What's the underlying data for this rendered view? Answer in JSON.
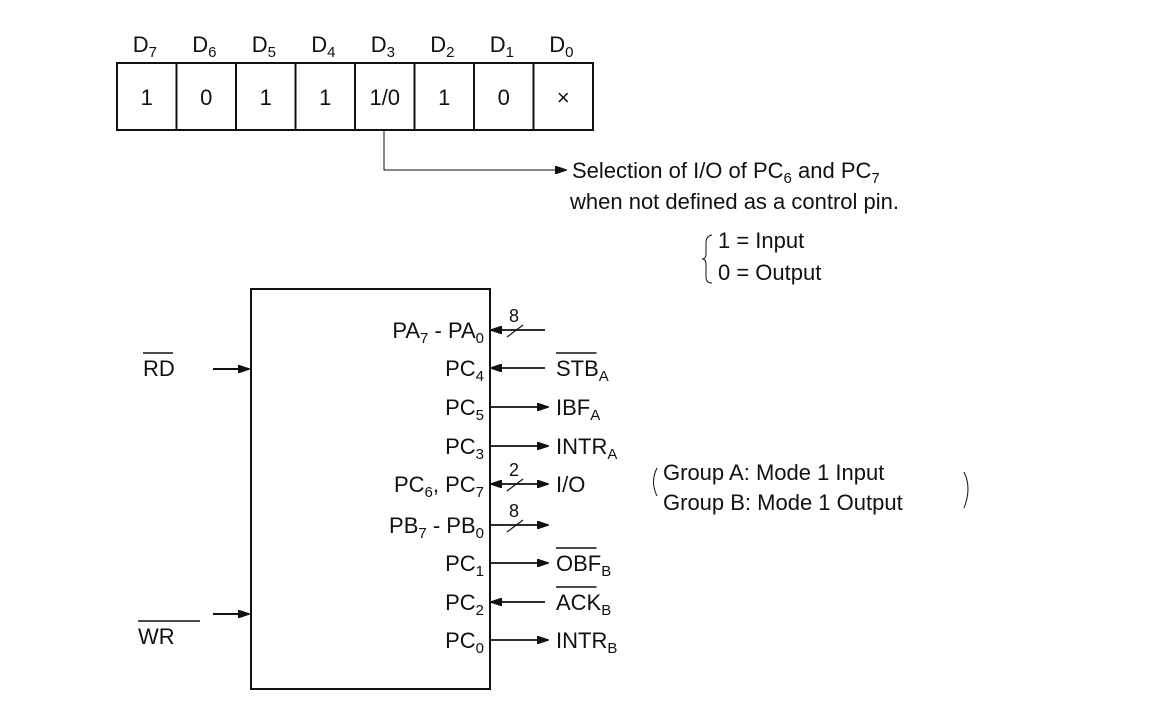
{
  "bit_table": {
    "headers": [
      {
        "base": "D",
        "sub": "7"
      },
      {
        "base": "D",
        "sub": "6"
      },
      {
        "base": "D",
        "sub": "5"
      },
      {
        "base": "D",
        "sub": "4"
      },
      {
        "base": "D",
        "sub": "3"
      },
      {
        "base": "D",
        "sub": "2"
      },
      {
        "base": "D",
        "sub": "1"
      },
      {
        "base": "D",
        "sub": "0"
      }
    ],
    "values": [
      "1",
      "0",
      "1",
      "1",
      "1/0",
      "1",
      "0",
      "×"
    ]
  },
  "annotation": {
    "line1_a": "Selection of I/O of PC",
    "line1_sub1": "6",
    "line1_b": " and PC",
    "line1_sub2": "7",
    "line2": "when not defined as a control pin.",
    "option_input": "1 = Input",
    "option_output": "0 = Output"
  },
  "left_signals": [
    {
      "name": "RD",
      "overbar": true
    },
    {
      "name": "WR",
      "overbar": true
    }
  ],
  "pins": [
    {
      "label": "PA",
      "sub1": "7",
      "mid": " - PA",
      "sub2": "0",
      "dir": "in",
      "bus": "8",
      "signal": "",
      "signal_sub": "",
      "overbar": false
    },
    {
      "label": "PC",
      "sub1": "4",
      "mid": "",
      "sub2": "",
      "dir": "in",
      "bus": "",
      "signal": "STB",
      "signal_sub": "A",
      "overbar": true
    },
    {
      "label": "PC",
      "sub1": "5",
      "mid": "",
      "sub2": "",
      "dir": "out",
      "bus": "",
      "signal": "IBF",
      "signal_sub": "A",
      "overbar": false
    },
    {
      "label": "PC",
      "sub1": "3",
      "mid": "",
      "sub2": "",
      "dir": "out",
      "bus": "",
      "signal": "INTR",
      "signal_sub": "A",
      "overbar": false
    },
    {
      "label": "PC",
      "sub1": "6",
      "mid": ", PC",
      "sub2": "7",
      "dir": "both",
      "bus": "2",
      "signal": "I/O",
      "signal_sub": "",
      "overbar": false
    },
    {
      "label": "PB",
      "sub1": "7",
      "mid": " - PB",
      "sub2": "0",
      "dir": "out",
      "bus": "8",
      "signal": "",
      "signal_sub": "",
      "overbar": false
    },
    {
      "label": "PC",
      "sub1": "1",
      "mid": "",
      "sub2": "",
      "dir": "out",
      "bus": "",
      "signal": "OBF",
      "signal_sub": "B",
      "overbar": true
    },
    {
      "label": "PC",
      "sub1": "2",
      "mid": "",
      "sub2": "",
      "dir": "in",
      "bus": "",
      "signal": "ACK",
      "signal_sub": "B",
      "overbar": true
    },
    {
      "label": "PC",
      "sub1": "0",
      "mid": "",
      "sub2": "",
      "dir": "out",
      "bus": "",
      "signal": "INTR",
      "signal_sub": "B",
      "overbar": false
    }
  ],
  "mode_note": {
    "group_a": "Group A: Mode 1 Input",
    "group_b": "Group B: Mode 1 Output"
  }
}
